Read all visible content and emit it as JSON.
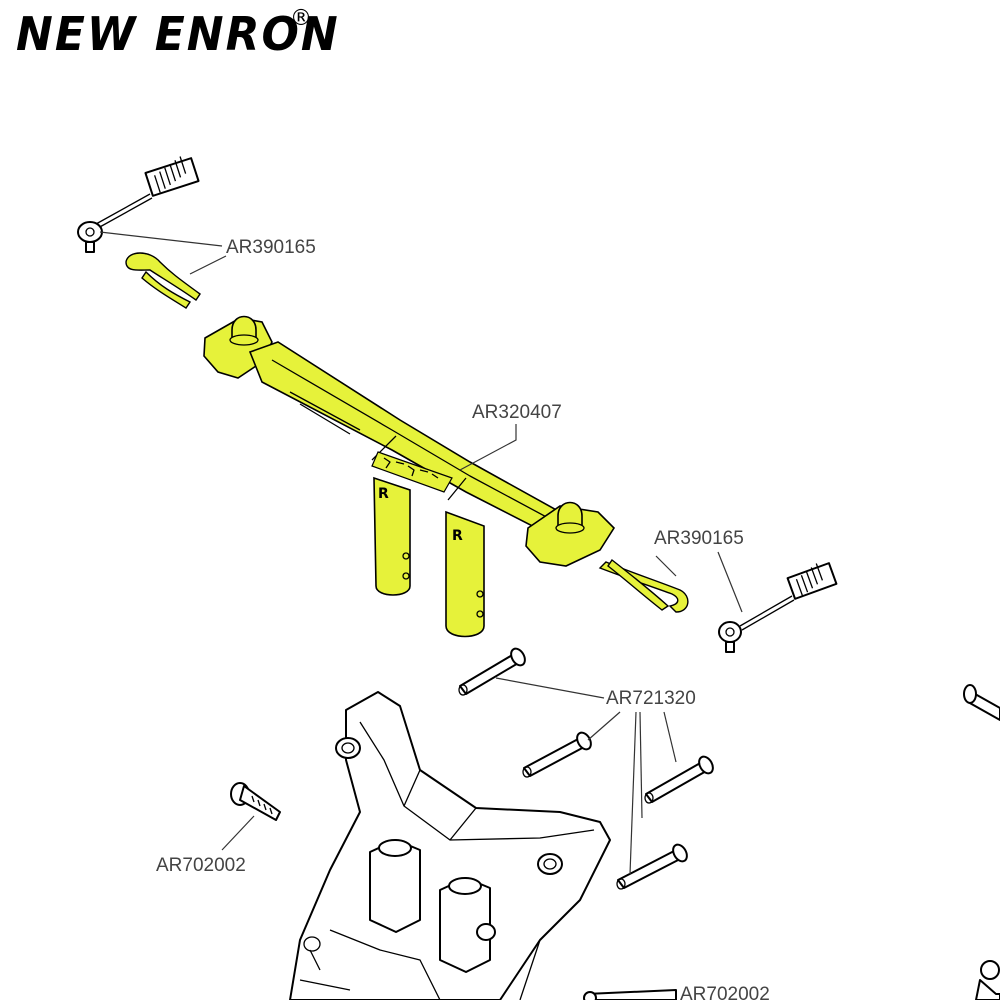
{
  "brand": {
    "name": "NEW ENRON",
    "registered_mark": "®"
  },
  "colors": {
    "highlight": "#e6f23a",
    "line": "#000000",
    "label": "#444444"
  },
  "parts": {
    "body_clip_top": "AR390165",
    "body_post_mount": "AR320407",
    "body_clip_right": "AR390165",
    "pin": "AR721320",
    "screw_left": "AR702002",
    "screw_bottom": "AR702002"
  }
}
